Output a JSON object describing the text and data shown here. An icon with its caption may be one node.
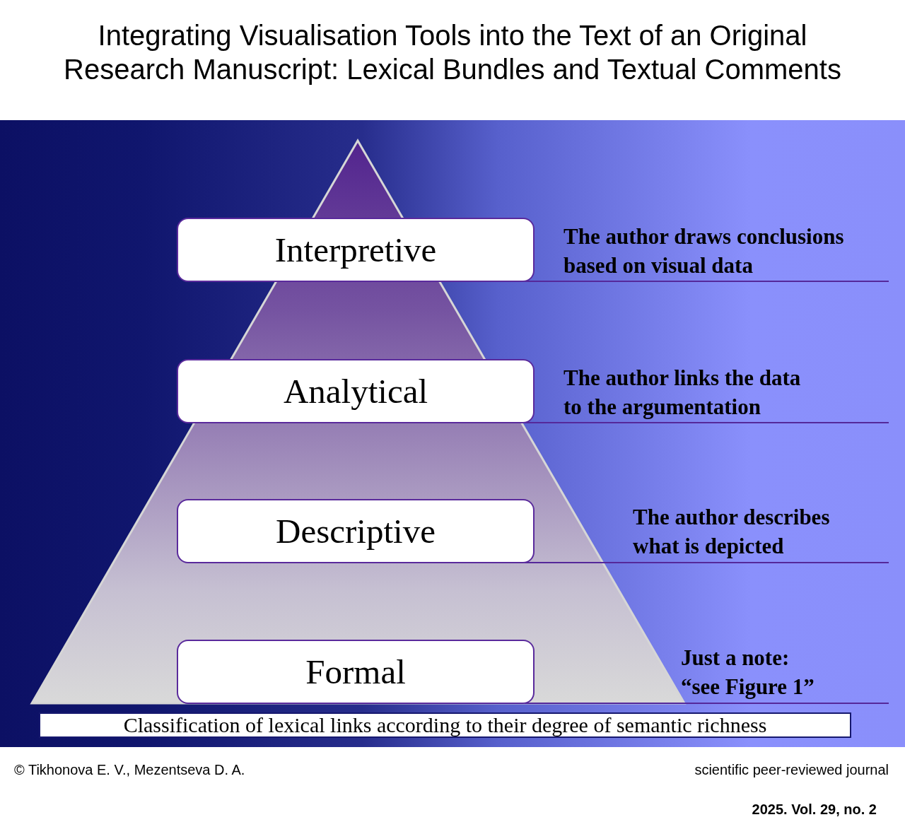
{
  "diagram": {
    "title": "Integrating Visualisation Tools into the Text of an Original Research Manuscript: Lexical Bundles and Textual Comments",
    "caption": "Classification of lexical links according to their degree of semantic richness",
    "nodes": [
      {
        "text": [
          "Interpretive"
        ],
        "beside": [
          "The author draws conclusions based on visual data"
        ]
      },
      {
        "text": [
          "Analytical"
        ],
        "beside": [
          "The author links the data to the argumentation"
        ]
      },
      {
        "text": [
          "Descriptive"
        ]
      },
      {
        "text": [
          "Formal"
        ]
      }
    ],
    "labels": [
      "The author describes what is depicted",
      "Just a note: “see Figure 1”",
      "© Tikhonova E. V., Mezentseva D. A.",
      "scientific peer-reviewed journal",
      "2025. Vol. 29, no. 2"
    ]
  }
}
